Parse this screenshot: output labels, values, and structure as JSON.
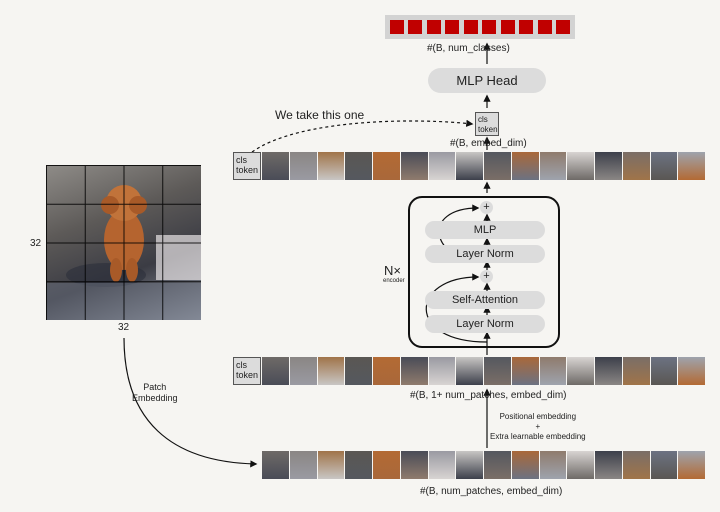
{
  "output_shape": "#(B, num_classes)",
  "mlp_head": "MLP Head",
  "cls_token": "cls token",
  "we_take": "We take this one",
  "embed_shape": "#(B, embed_dim)",
  "encoder": {
    "mlp": "MLP",
    "layer_norm_top": "Layer Norm",
    "self_attention": "Self-Attention",
    "layer_norm_bottom": "Layer Norm",
    "plus": "+",
    "n_label": "N",
    "times": "×",
    "sub": "encoder"
  },
  "image_height": "32",
  "image_width": "32",
  "patch_embedding": "Patch\nEmbedding",
  "seq_shape": "#(B, 1+ num_patches, embed_dim)",
  "pos_embedding": "Positional embedding",
  "plus_sign": "+",
  "extra_embedding": "Extra learnable embedding",
  "patches_shape": "#(B, num_patches, embed_dim)",
  "colors": {
    "logit": "#c00000",
    "pill": "#dcdcdc",
    "background": "#f6f5f2"
  },
  "logit_count": 10
}
